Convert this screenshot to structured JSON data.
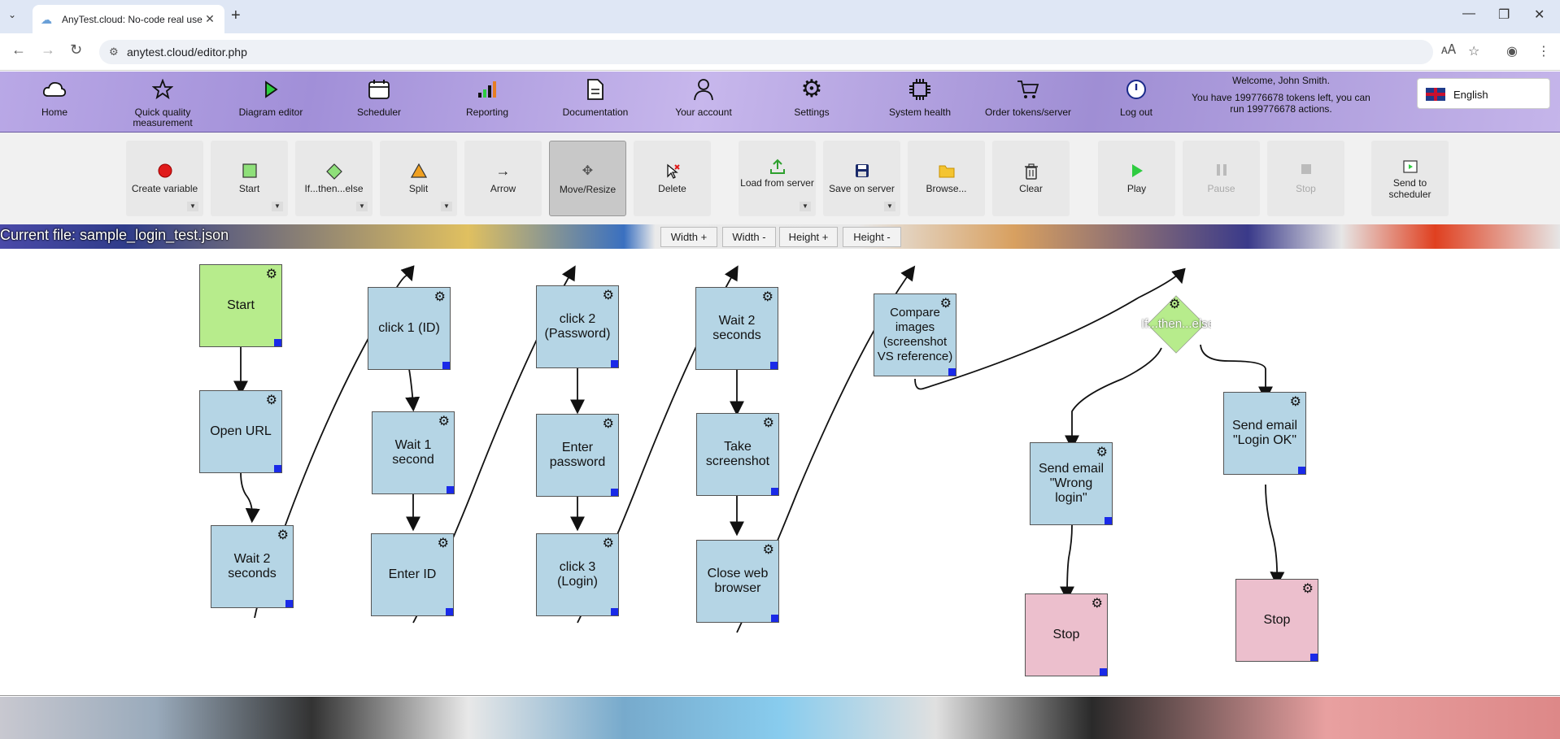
{
  "browser": {
    "tab_title": "AnyTest.cloud: No-code real use",
    "url": "anytest.cloud/editor.php"
  },
  "nav": [
    {
      "label": "Home",
      "icon": "cloud-icon"
    },
    {
      "label": "Quick quality measurement",
      "icon": "star-icon"
    },
    {
      "label": "Diagram editor",
      "icon": "play-icon"
    },
    {
      "label": "Scheduler",
      "icon": "calendar-icon"
    },
    {
      "label": "Reporting",
      "icon": "bar-chart-icon"
    },
    {
      "label": "Documentation",
      "icon": "document-icon"
    },
    {
      "label": "Your account",
      "icon": "user-icon"
    },
    {
      "label": "Settings",
      "icon": "gear-icon"
    },
    {
      "label": "System health",
      "icon": "chip-icon"
    },
    {
      "label": "Order tokens/server",
      "icon": "cart-icon"
    },
    {
      "label": "Log out",
      "icon": "power-icon"
    }
  ],
  "welcome": {
    "line1": "Welcome, John Smith.",
    "line2": "You have 199776678 tokens left, you can run 199776678 actions."
  },
  "language": {
    "selected": "English"
  },
  "toolbar": {
    "create_variable": "Create variable",
    "start": "Start",
    "if_then_else": "If...then...else",
    "split": "Split",
    "arrow": "Arrow",
    "move_resize": "Move/Resize",
    "delete": "Delete",
    "load_from_server": "Load from server",
    "save_on_server": "Save on server",
    "browse": "Browse...",
    "clear": "Clear",
    "play": "Play",
    "pause": "Pause",
    "stop": "Stop",
    "send_to_scheduler": "Send to scheduler"
  },
  "file": {
    "current": "Current file: sample_login_test.json",
    "width_plus": "Width +",
    "width_minus": "Width -",
    "height_plus": "Height +",
    "height_minus": "Height -"
  },
  "nodes": {
    "start": "Start",
    "open_url": "Open URL",
    "wait2a": "Wait 2 seconds",
    "click1": "click 1 (ID)",
    "wait1": "Wait 1 second",
    "enter_id": "Enter ID",
    "click2": "click 2 (Password)",
    "enter_password": "Enter password",
    "click3": "click 3 (Login)",
    "wait2b": "Wait 2 seconds",
    "take_screenshot": "Take screenshot",
    "close_browser": "Close web browser",
    "compare": "Compare images (screenshot VS reference)",
    "ifelse": "If...then...else",
    "email_wrong": "Send email \"Wrong login\"",
    "email_ok": "Send email \"Login OK\"",
    "stop1": "Stop",
    "stop2": "Stop"
  }
}
